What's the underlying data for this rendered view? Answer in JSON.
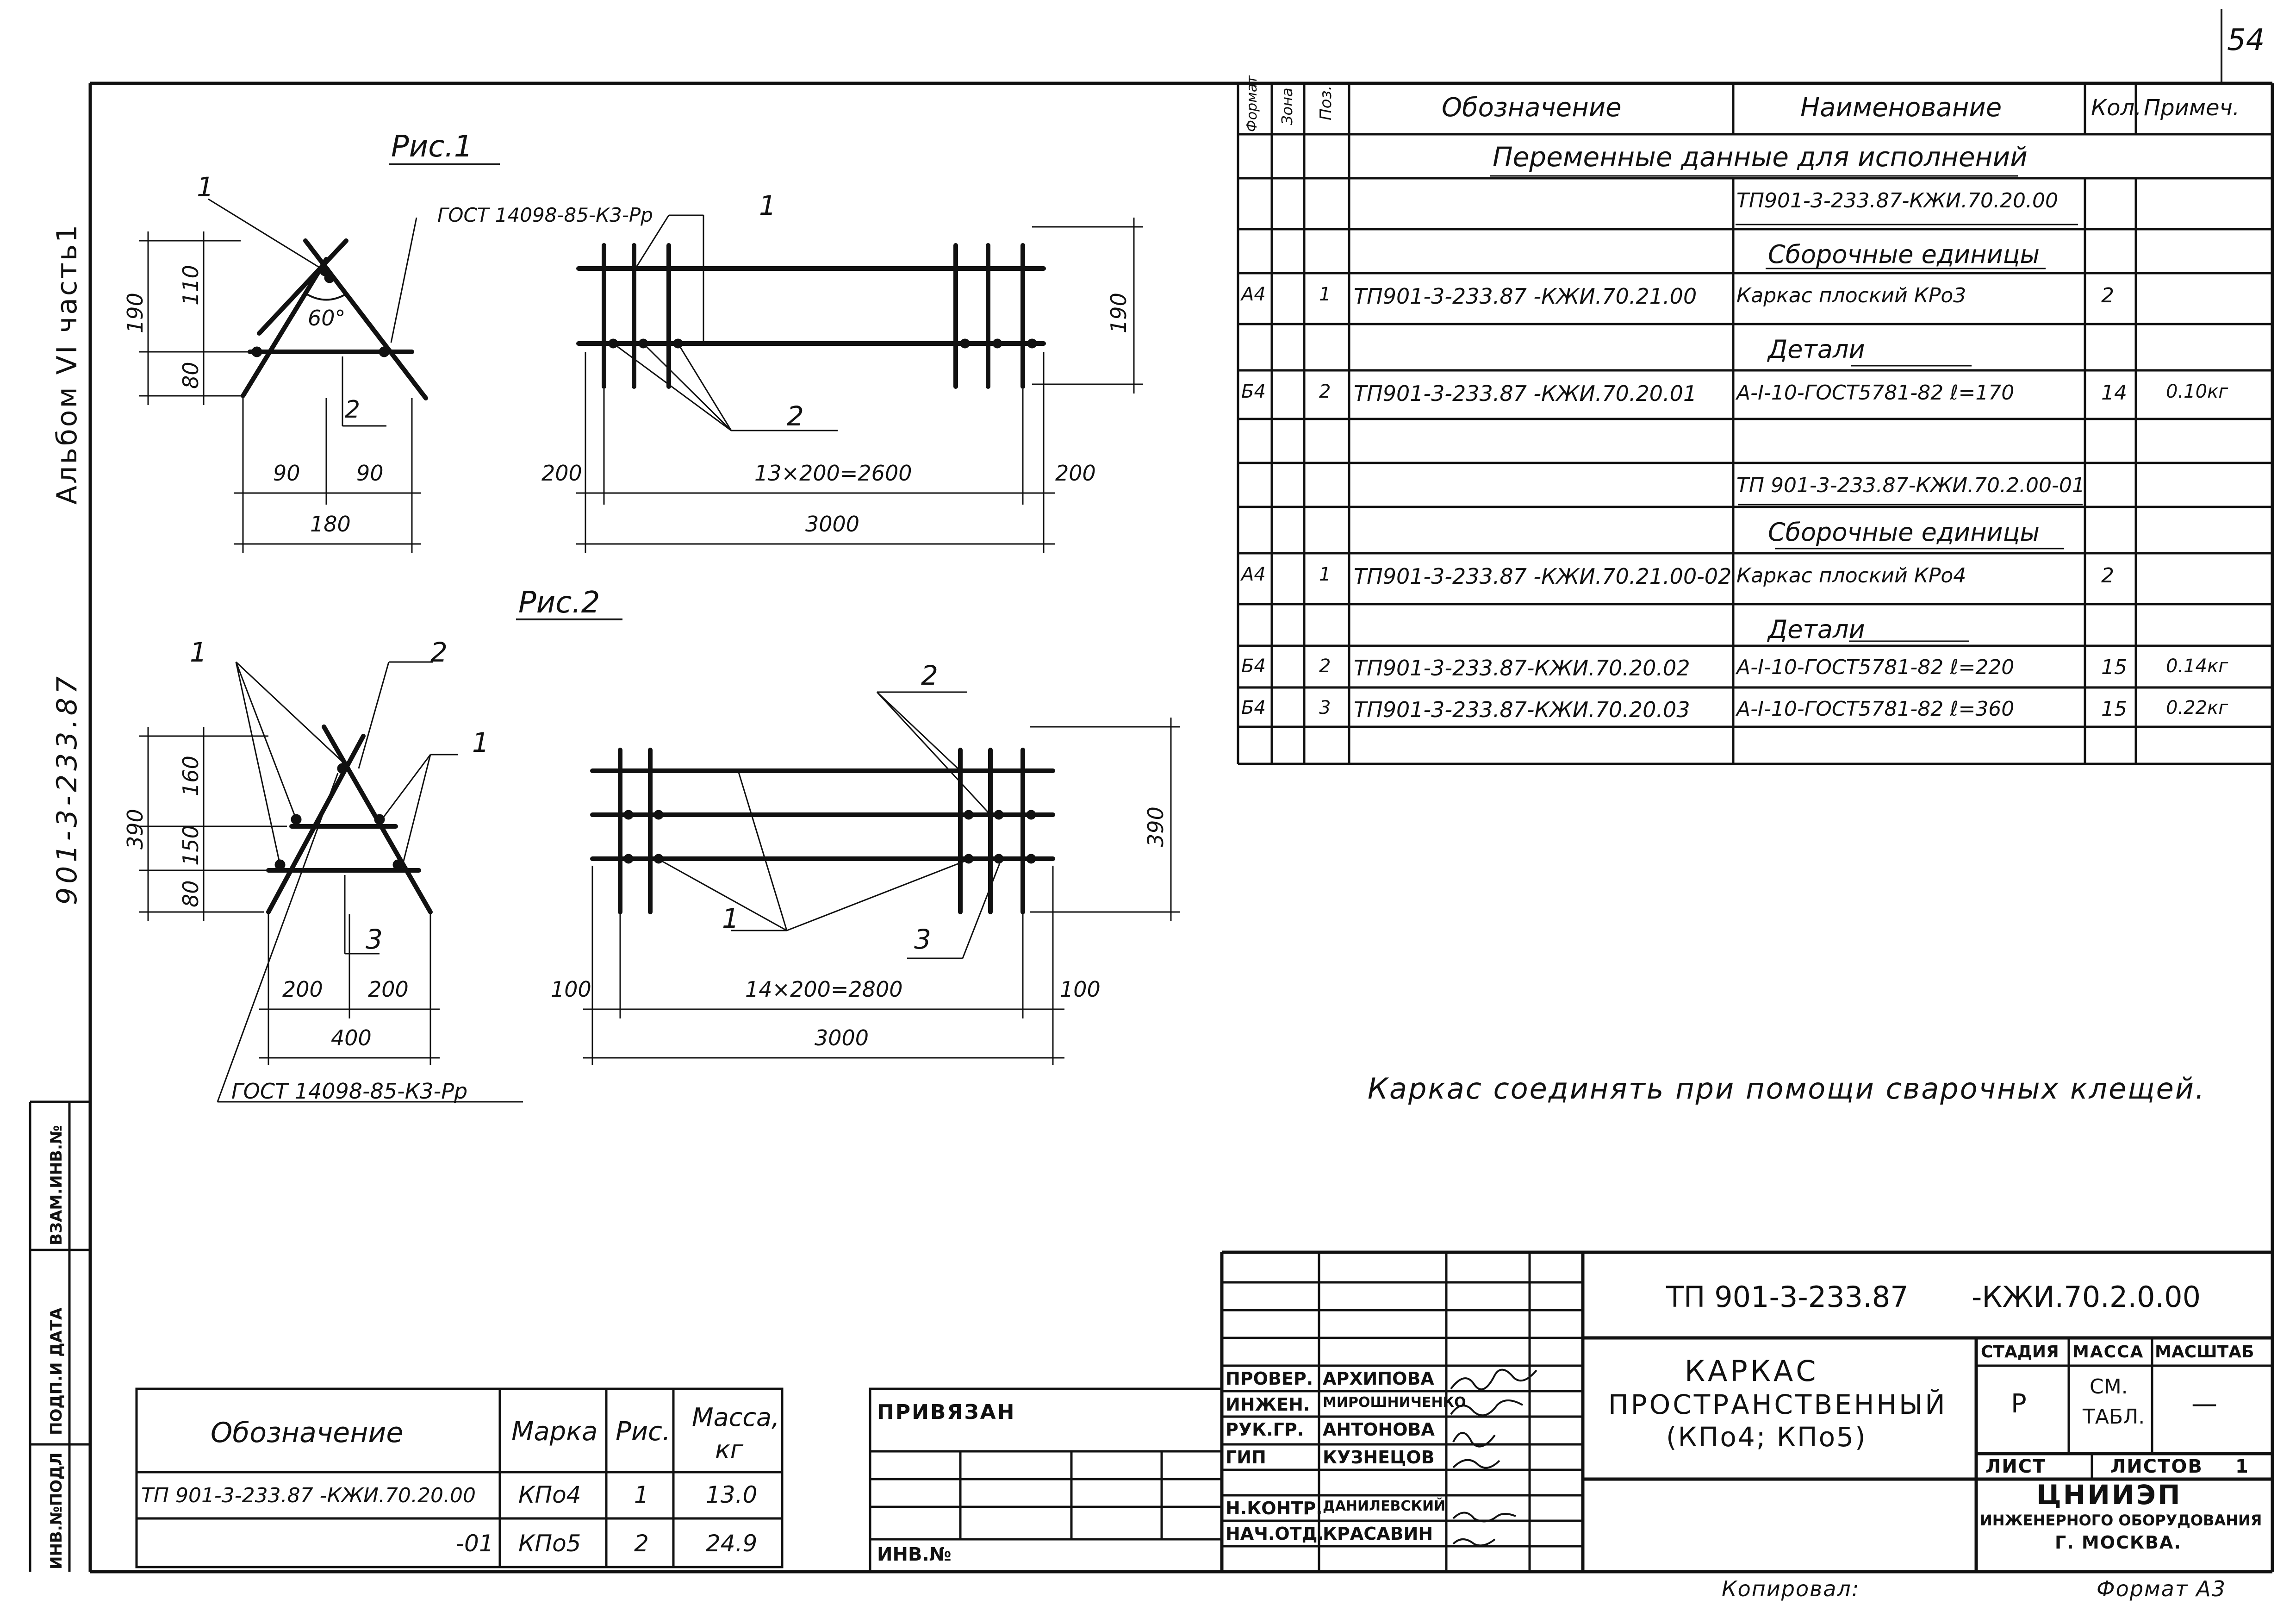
{
  "sheet_number": "54",
  "margin": {
    "album": "Альбом VI  часть1",
    "code": "901-3-233.87",
    "stamp": [
      "ВЗАМ.ИНВ.№",
      "ПОДП.И ДАТА",
      "ИНВ.№ПОДЛ"
    ]
  },
  "fig1": {
    "title": "Рис.1",
    "callout1": "1",
    "callout2": "2",
    "gost": "ГОСТ 14098-85-К3-Рр",
    "angle": "60°",
    "dims": {
      "h190": "190",
      "h110": "110",
      "h80": "80",
      "w90a": "90",
      "w90b": "90",
      "w180": "180"
    },
    "side_callout1": "1",
    "side_callout2": "2",
    "side_dims": {
      "left": "200",
      "mid": "13×200=2600",
      "right": "200",
      "total": "3000",
      "height": "190"
    }
  },
  "fig2": {
    "title": "Рис.2",
    "callout1": "1",
    "callout2": "2",
    "callout1b": "1",
    "callout3": "3",
    "gost": "ГОСТ 14098-85-К3-Рр",
    "dims": {
      "h390": "390",
      "h160": "160",
      "h150": "150",
      "h80": "80",
      "w200a": "200",
      "w200b": "200",
      "w400": "400"
    },
    "side_callout1": "1",
    "side_callout2": "2",
    "side_callout3": "3",
    "side_dims": {
      "left": "100",
      "mid": "14×200=2800",
      "right": "100",
      "total": "3000",
      "height": "390"
    }
  },
  "spec": {
    "headers": {
      "format": "Формат",
      "zone": "Зона",
      "pos": "Поз.",
      "designation": "Обозначение",
      "name": "Наименование",
      "qty": "Кол.",
      "note": "Примеч."
    },
    "section_title": "Переменные данные для исполнений",
    "rows": [
      {
        "fmt": "",
        "pos": "",
        "des": "",
        "name": "ТП901-3-233.87-КЖИ.70.20.00",
        "qty": "",
        "note": "",
        "u": true
      },
      {
        "fmt": "",
        "pos": "",
        "des": "",
        "name": "Сборочные единицы",
        "qty": "",
        "note": "",
        "c": true,
        "u": true
      },
      {
        "fmt": "А4",
        "pos": "1",
        "des": "ТП901-3-233.87  -КЖИ.70.21.00",
        "name": "Каркас плоский КРо3",
        "qty": "2",
        "note": ""
      },
      {
        "fmt": "",
        "pos": "",
        "des": "",
        "name": "Детали",
        "qty": "",
        "note": "",
        "c": true,
        "u": true
      },
      {
        "fmt": "Б4",
        "pos": "2",
        "des": "ТП901-3-233.87  -КЖИ.70.20.01",
        "name": "А-I-10-ГОСТ5781-82  ℓ=170",
        "qty": "14",
        "note": "0.10кг"
      },
      {
        "fmt": "",
        "pos": "",
        "des": "",
        "name": "",
        "qty": "",
        "note": ""
      },
      {
        "fmt": "",
        "pos": "",
        "des": "",
        "name": "ТП 901-3-233.87-КЖИ.70.2.00-01",
        "qty": "",
        "note": "",
        "u": true
      },
      {
        "fmt": "",
        "pos": "",
        "des": "",
        "name": "Сборочные единицы",
        "qty": "",
        "note": "",
        "c": true,
        "u": true
      },
      {
        "fmt": "А4",
        "pos": "1",
        "des": "ТП901-3-233.87  -КЖИ.70.21.00-02",
        "name": "Каркас плоский КРо4",
        "qty": "2",
        "note": ""
      },
      {
        "fmt": "",
        "pos": "",
        "des": "",
        "name": "Детали",
        "qty": "",
        "note": "",
        "c": true,
        "u": true
      },
      {
        "fmt": "Б4",
        "pos": "2",
        "des": "ТП901-3-233.87-КЖИ.70.20.02",
        "name": "А-I-10-ГОСТ5781-82  ℓ=220",
        "qty": "15",
        "note": "0.14кг"
      },
      {
        "fmt": "Б4",
        "pos": "3",
        "des": "ТП901-3-233.87-КЖИ.70.20.03",
        "name": "А-I-10-ГОСТ5781-82  ℓ=360",
        "qty": "15",
        "note": "0.22кг"
      },
      {
        "fmt": "",
        "pos": "",
        "des": "",
        "name": "",
        "qty": "",
        "note": ""
      }
    ]
  },
  "note": "Каркас соединять при помощи сварочных клещей.",
  "mass_table": {
    "headers": {
      "designation": "Обозначение",
      "mark": "Марка",
      "fig": "Рис.",
      "mass": "Масса,",
      "mass_unit": "кг"
    },
    "rows": [
      {
        "designation": "ТП 901-3-233.87 -КЖИ.70.20.00",
        "mark": "КПо4",
        "fig": "1",
        "mass": "13.0"
      },
      {
        "designation": "-01",
        "mark": "КПо5",
        "fig": "2",
        "mass": "24.9"
      }
    ]
  },
  "binding": {
    "label": "ПРИВЯЗАН",
    "inv": "ИНВ.№"
  },
  "title_block": {
    "doc_code": "ТП 901-3-233.87",
    "doc_suffix": "-КЖИ.70.2.0.00",
    "title": [
      "КАРКАС",
      "ПРОСТРАНСТВЕННЫЙ",
      "(КПо4; КПо5)"
    ],
    "people": [
      {
        "role": "ПРОВЕР.",
        "name": "АРХИПОВА"
      },
      {
        "role": "ИНЖЕН.",
        "name": "МИРОШНИЧЕНКО"
      },
      {
        "role": "РУК.ГР.",
        "name": "АНТОНОВА"
      },
      {
        "role": "ГИП",
        "name": "КУЗНЕЦОВ"
      },
      {
        "role": "",
        "name": ""
      },
      {
        "role": "Н.КОНТР.",
        "name": "ДАНИЛЕВСКИЙ"
      },
      {
        "role": "НАЧ.ОТД.",
        "name": "КРАСАВИН"
      }
    ],
    "stage_label": "СТАДИЯ",
    "mass_label": "МАССА",
    "scale_label": "МАСШТАБ",
    "stage": "Р",
    "mass_value": [
      "СМ.",
      "ТАБЛ."
    ],
    "scale": "—",
    "sheet_label": "ЛИСТ",
    "sheets_label": "ЛИСТОВ",
    "sheets": "1",
    "org": [
      "ЦНИИЭП",
      "ИНЖЕНЕРНОГО ОБОРУДОВАНИЯ",
      "Г. МОСКВА."
    ]
  },
  "footer": {
    "copied": "Копировал:",
    "format": "Формат А3"
  }
}
